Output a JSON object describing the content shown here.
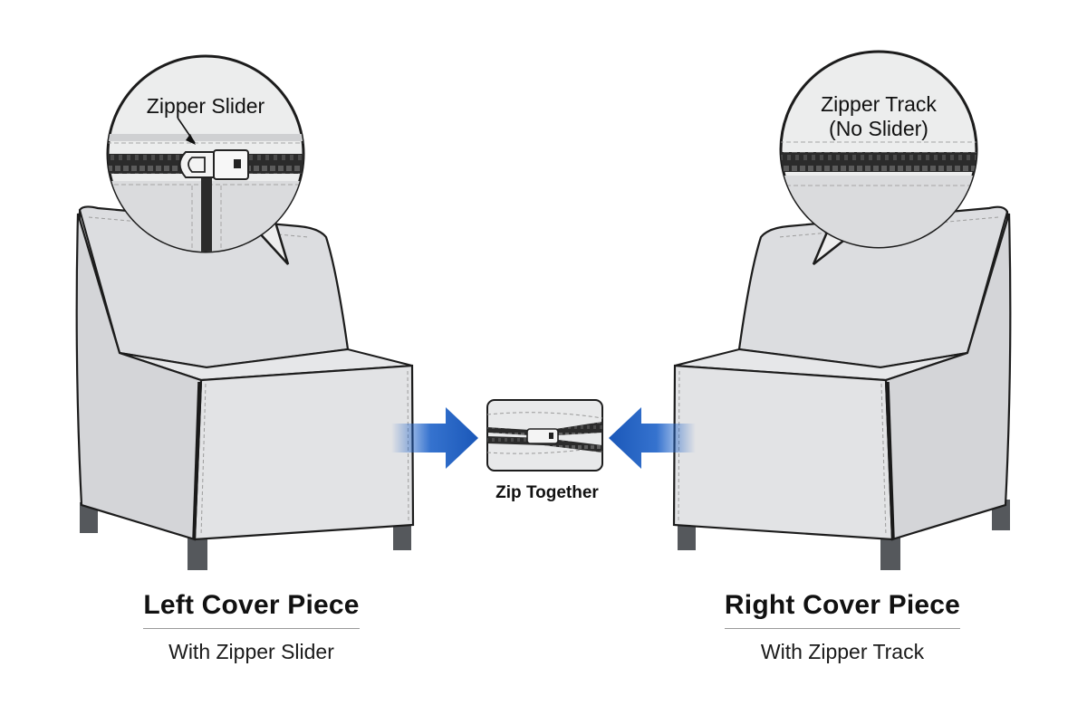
{
  "left_piece": {
    "title": "Left Cover Piece",
    "subtitle": "With Zipper Slider",
    "callout_label": "Zipper Slider"
  },
  "right_piece": {
    "title": "Right Cover Piece",
    "subtitle": "With Zipper Track",
    "callout_label_line1": "Zipper Track",
    "callout_label_line2": "(No Slider)"
  },
  "center": {
    "label": "Zip Together"
  },
  "colors": {
    "fabric": "#dedfe1",
    "fabric_shadow": "#c9cacd",
    "outline": "#1c1c1c",
    "zipper": "#2a2a2a",
    "leg": "#55585c",
    "arrow": "#1f63c9"
  }
}
